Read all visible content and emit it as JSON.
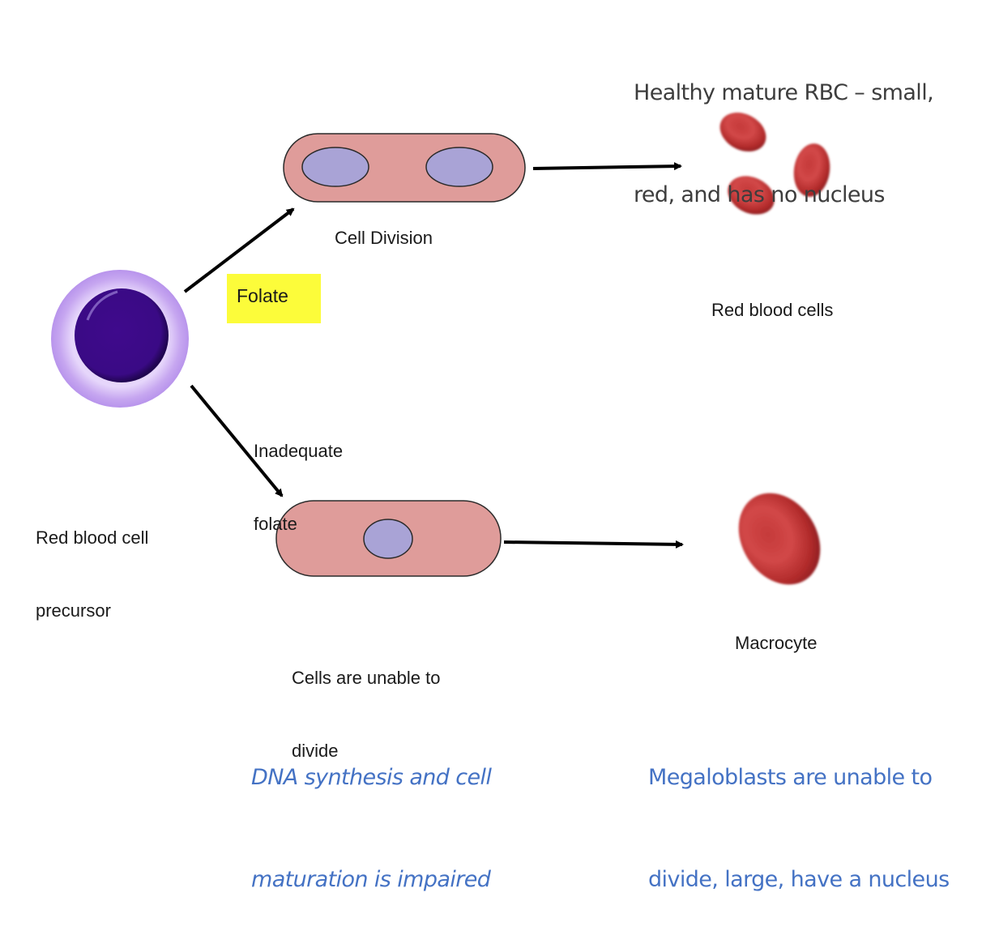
{
  "top_note": {
    "line1": "Healthy mature RBC – small,",
    "line2": "red, and has no nucleus"
  },
  "labels": {
    "cell_division": "Cell Division",
    "folate": "Folate",
    "red_blood_cells": "Red blood cells",
    "inadequate_line1": "Inadequate",
    "inadequate_line2": "folate",
    "precursor_line1": "Red blood cell",
    "precursor_line2": "precursor",
    "unable_line1": "Cells are unable to",
    "unable_line2": "divide",
    "macrocyte": "Macrocyte"
  },
  "bottom_notes": {
    "left_line1": "DNA synthesis and cell",
    "left_line2": "maturation is impaired",
    "right_line1": "Megaloblasts are unable to",
    "right_line2": "divide, large, have a nucleus"
  },
  "colors": {
    "cell_body": "#df9c9a",
    "nucleus": "#a9a3d6",
    "precursor_outer": "#c6a6f0",
    "precursor_nucleus": "#3f0a8c",
    "rbc": "#c23a3a",
    "highlight": "#fcfc3a",
    "blue_text": "#4472c4",
    "arrow": "#000000"
  }
}
